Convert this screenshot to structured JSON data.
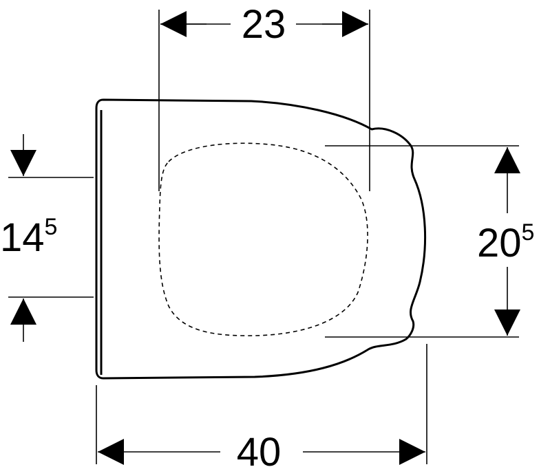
{
  "dimensions": {
    "top_width": {
      "value": "23"
    },
    "overall_length": {
      "value": "40"
    },
    "left_height": {
      "main": "14",
      "sup": "5"
    },
    "right_height": {
      "main": "20",
      "sup": "5"
    }
  }
}
